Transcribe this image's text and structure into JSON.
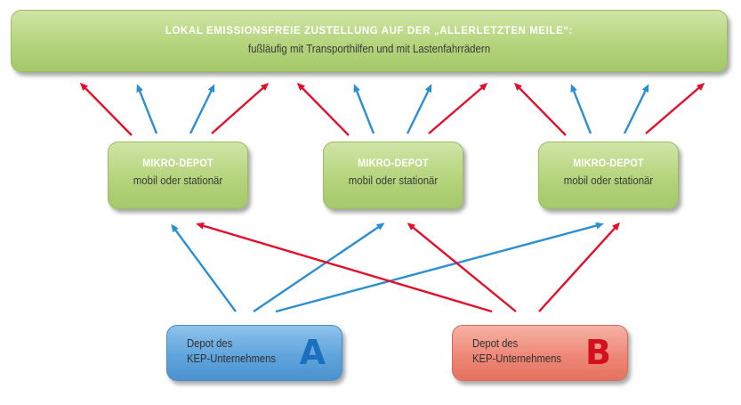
{
  "top": {
    "title": "LOKAL EMISSIONSFREIE ZUSTELLUNG AUF DER „ALLERLETZTEN MEILE“:",
    "subtitle": "fußläufig mit Transporthilfen und mit Lastenfahrrädern"
  },
  "mikro_depots": [
    {
      "title": "MIKRO-DEPOT",
      "subtitle": "mobil oder stationär"
    },
    {
      "title": "MIKRO-DEPOT",
      "subtitle": "mobil oder stationär"
    },
    {
      "title": "MIKRO-DEPOT",
      "subtitle": "mobil oder stationär"
    }
  ],
  "kep_depots": [
    {
      "line1": "Depot des",
      "line2": "KEP-Unternehmens",
      "letter": "A",
      "color": "#5fa4dc",
      "letter_color": "#1a6fbf"
    },
    {
      "line1": "Depot des",
      "line2": "KEP-Unternehmens",
      "letter": "B",
      "color": "#ee8878",
      "letter_color": "#d2101e"
    }
  ],
  "colors": {
    "arrow_red": "#e3102a",
    "arrow_blue": "#2b8fd0",
    "box_green": "#b5d47c"
  }
}
